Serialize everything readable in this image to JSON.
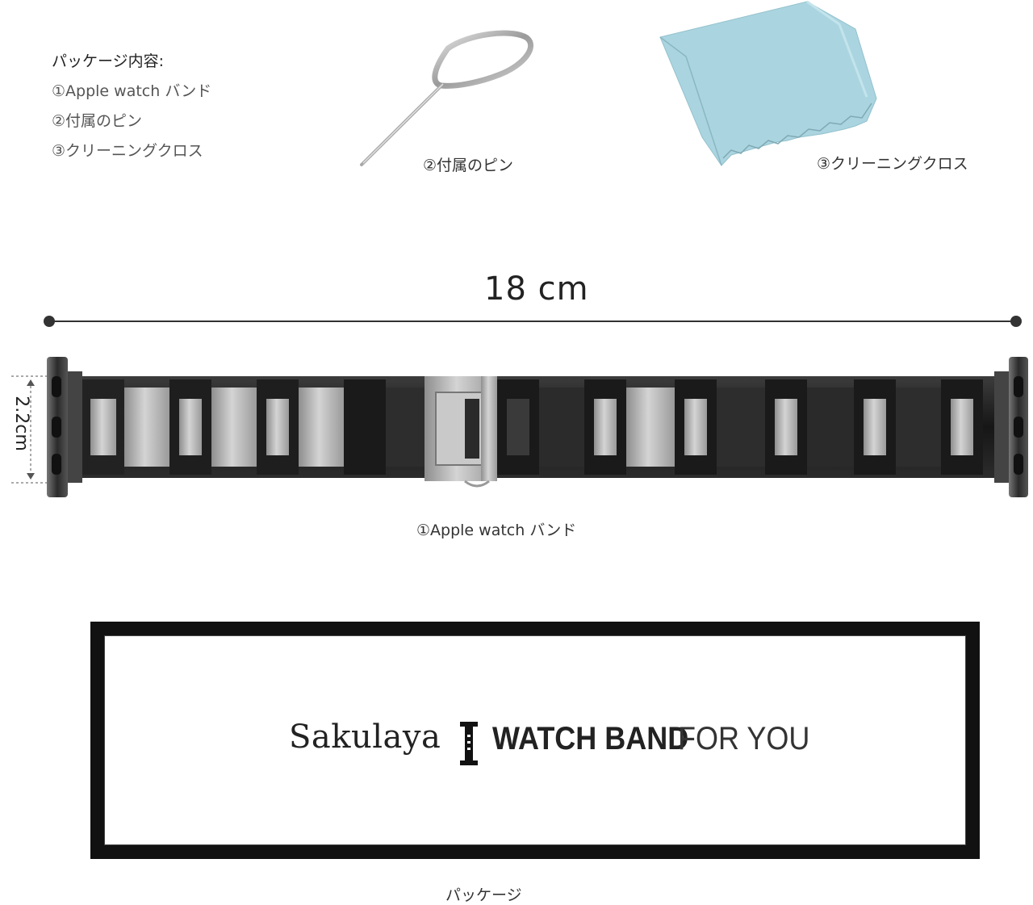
{
  "package_list": {
    "header": "パッケージ内容:",
    "items": [
      "①Apple watch バンド",
      "②付属のピン",
      "③クリーニングクロス"
    ]
  },
  "captions": {
    "pin": "②付属のピン",
    "cloth": "③クリーニングクロス",
    "band": "①Apple watch バンド",
    "package": "パッケージ"
  },
  "dimensions": {
    "length": "18 cm",
    "width": "2.2cm"
  },
  "package_box": {
    "brand": "Sakulaya",
    "tagline_strong": "WATCH BAND",
    "tagline_light": "FOR YOU"
  },
  "colors": {
    "cloth": "#a9d4df",
    "band_dark": "#1c1c1c",
    "band_silver": "#b9b9b9",
    "box_border": "#111111"
  }
}
